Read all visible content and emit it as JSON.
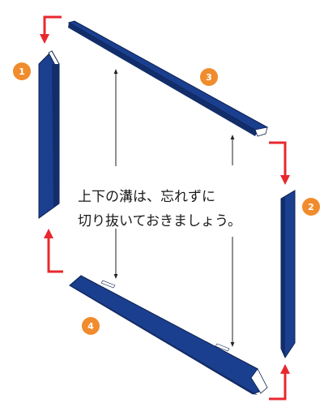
{
  "colors": {
    "bar": "#1b3f8f",
    "bar_dark": "#122d6a",
    "bar_edge": "#0b1f4e",
    "arrow": "#e8282e",
    "badge": "#f08c2e",
    "badge_text": "#ffffff",
    "guide": "#222222"
  },
  "badges": [
    {
      "id": "1",
      "label": "1"
    },
    {
      "id": "2",
      "label": "2"
    },
    {
      "id": "3",
      "label": "3"
    },
    {
      "id": "4",
      "label": "4"
    }
  ],
  "caption": {
    "line1": "上下の溝は、忘れずに",
    "line2": "切り抜いておきましょう。"
  }
}
